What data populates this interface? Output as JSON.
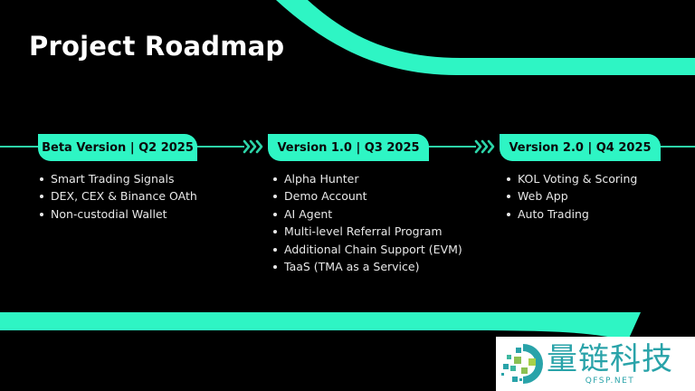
{
  "page": {
    "title": "Project Roadmap"
  },
  "colors": {
    "accent": "#2ef5c4",
    "line": "#2dd4a8",
    "background": "#000000",
    "text": "#e8e8e8",
    "watermark": "#29a3a9"
  },
  "milestones": [
    {
      "label": "Beta Version | Q2 2025",
      "items": [
        "Smart Trading Signals",
        "DEX, CEX & Binance OAth",
        "Non-custodial Wallet"
      ]
    },
    {
      "label": "Version 1.0 | Q3 2025",
      "items": [
        "Alpha Hunter",
        "Demo Account",
        "AI Agent",
        "Multi-level Referral Program",
        "Additional Chain Support (EVM)",
        "TaaS (TMA as a Service)"
      ]
    },
    {
      "label": "Version 2.0 | Q4 2025",
      "items": [
        "KOL Voting & Scoring",
        "Web App",
        "Auto Trading"
      ]
    }
  ],
  "icons": {
    "arrow": "triple-chevron-right-icon"
  },
  "watermark": {
    "chinese": "量链科技",
    "english": "QFSP.NET"
  }
}
